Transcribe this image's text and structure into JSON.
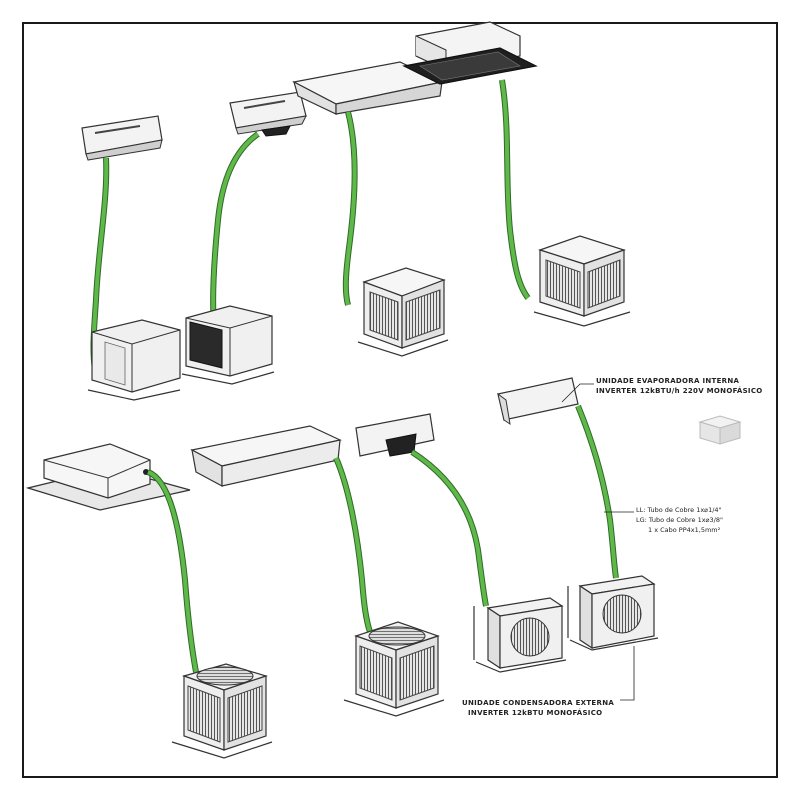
{
  "labels": {
    "evaporator_line1": "UNIDADE EVAPORADORA INTERNA",
    "evaporator_line2": "INVERTER 12kBTU/h 220V MONOFÁSICO",
    "pipe_line1": "LL: Tubo de Cobre 1x⌀1/4\"",
    "pipe_line2": "LG: Tubo de Cobre 1x⌀3/8\"",
    "pipe_line3": "1 x Cabo PP4x1,5mm²",
    "condenser_line1": "UNIDADE CONDENSADORA EXTERNA",
    "condenser_line2": "INVERTER 12kBTU MONOFÁSICO"
  },
  "colors": {
    "pipe": "#5fb84a",
    "pipe_dark": "#2f6b25",
    "unit_fill": "#f2f2f2",
    "unit_stroke": "#333333",
    "grille": "#444444"
  },
  "icons": {
    "cube": "small-cube-icon"
  }
}
